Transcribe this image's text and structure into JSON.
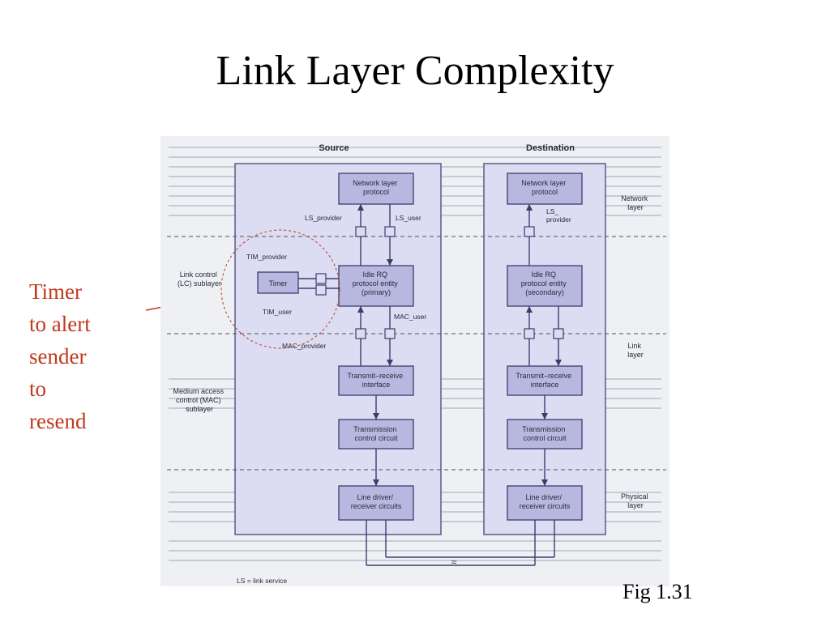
{
  "slide": {
    "title": "Link Layer Complexity",
    "caption": "Fig 1.31",
    "annotation": [
      "Timer",
      "to alert",
      "sender",
      "to",
      "resend"
    ]
  },
  "diagram": {
    "source_header": "Source",
    "destination_header": "Destination",
    "layers": {
      "network": [
        "Network",
        "layer"
      ],
      "link": [
        "Link",
        "layer"
      ],
      "physical": [
        "Physical",
        "layer"
      ]
    },
    "sublayers": {
      "lc": [
        "Link control",
        "(LC) sublayer"
      ],
      "mac": [
        "Medium access",
        "control (MAC)",
        "sublayer"
      ]
    },
    "source_boxes": {
      "network": [
        "Network layer",
        "protocol"
      ],
      "idle": [
        "Idle RQ",
        "protocol entity",
        "(primary)"
      ],
      "trx": [
        "Transmit–receive",
        "interface"
      ],
      "tc": [
        "Transmission",
        "control circuit"
      ],
      "ld": [
        "Line driver/",
        "receiver circuits"
      ]
    },
    "dest_boxes": {
      "network": [
        "Network layer",
        "protocol"
      ],
      "idle": [
        "Idle RQ",
        "protocol entity",
        "(secondary)"
      ],
      "trx": [
        "Transmit–receive",
        "interface"
      ],
      "tc": [
        "Transmission",
        "control circuit"
      ],
      "ld": [
        "Line driver/",
        "receiver circuits"
      ]
    },
    "timer": "Timer",
    "labels": {
      "ls_provider": "LS_provider",
      "ls_user": "LS_user",
      "tim_provider": "TIM_provider",
      "tim_user": "TIM_user",
      "mac_user": "MAC_user",
      "mac_provider": "MAC_provider",
      "dest_ls_provider": [
        "LS_",
        "provider"
      ]
    },
    "legend": "LS = link service"
  },
  "colors": {
    "annotation": "#c0391b",
    "panel_fill": "#dcdcf2",
    "panel_stroke": "#5a5a8c",
    "box_fill": "#b7b7e0",
    "box_stroke": "#3c3c6e",
    "pointer": "#c0391b"
  }
}
